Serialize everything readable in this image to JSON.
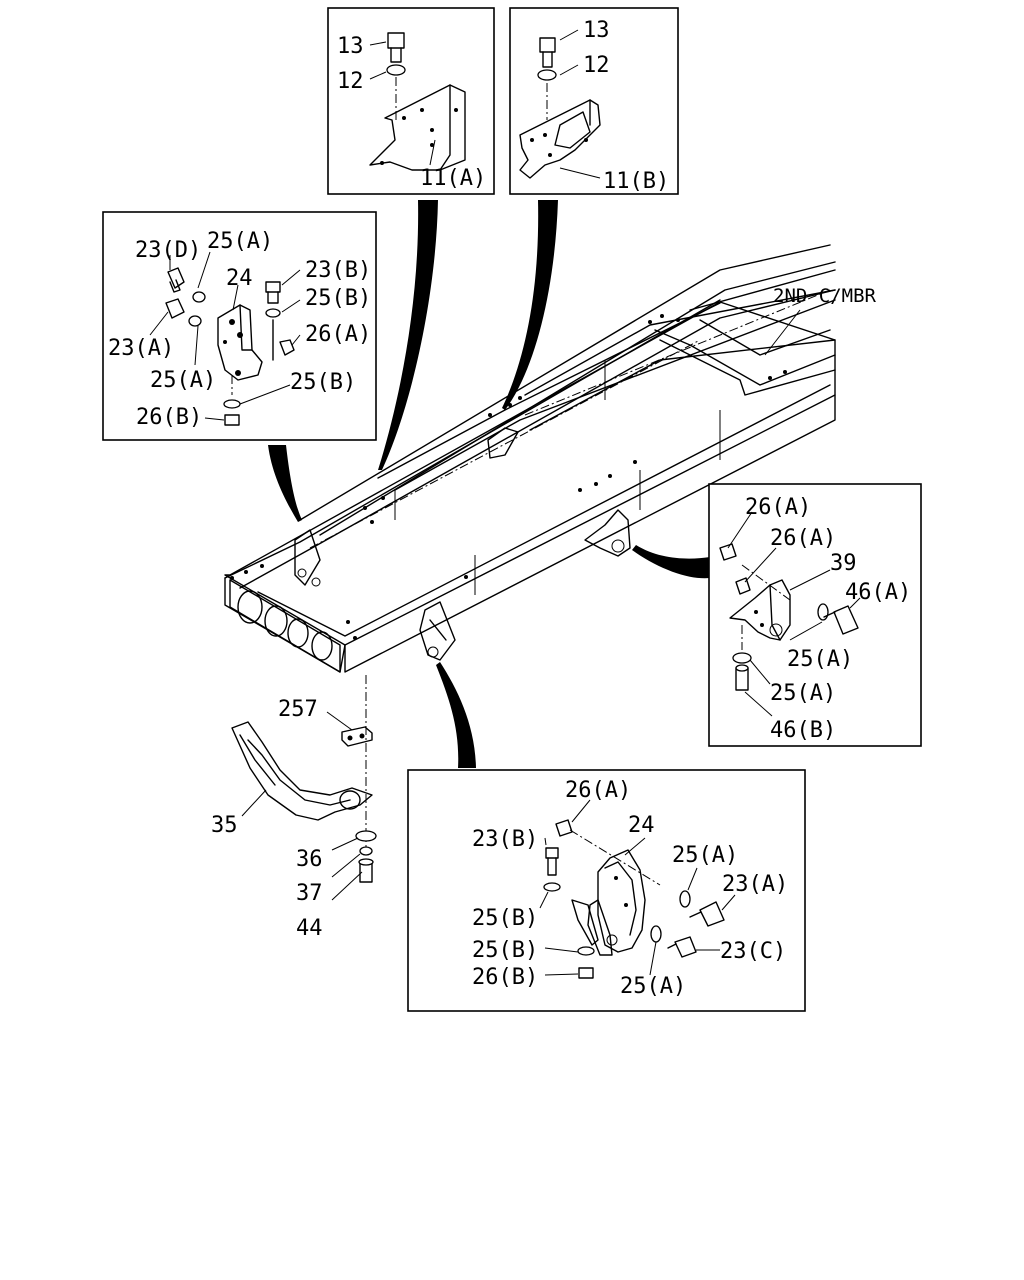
{
  "diagram": {
    "main_label": "2ND C/MBR",
    "insets": {
      "top_a": {
        "bolt": "13",
        "washer": "12",
        "bracket": "11(A)"
      },
      "top_b": {
        "bolt": "13",
        "washer": "12",
        "bracket": "11(B)"
      },
      "left": {
        "bolt_d": "23(D)",
        "washer_a1": "25(A)",
        "bracket": "24",
        "bolt_b": "23(B)",
        "washer_b1": "25(B)",
        "bolt_a": "23(A)",
        "nut_a": "26(A)",
        "washer_a2": "25(A)",
        "washer_b2": "25(B)",
        "nut_b": "26(B)"
      },
      "right": {
        "nut_a1": "26(A)",
        "nut_a2": "26(A)",
        "bracket": "39",
        "bolt_a": "46(A)",
        "washer_a1": "25(A)",
        "washer_a2": "25(A)",
        "bolt_b": "46(B)"
      },
      "bottom": {
        "nut_a": "26(A)",
        "bracket": "24",
        "bolt_b": "23(B)",
        "washer_a1": "25(A)",
        "bolt_a": "23(A)",
        "washer_b1": "25(B)",
        "washer_b2": "25(B)",
        "bolt_c": "23(C)",
        "nut_b": "26(B)",
        "washer_a2": "25(A)"
      }
    },
    "hanger": {
      "spacer": "257",
      "strap": "35",
      "washer": "36",
      "lock_washer": "37",
      "bolt": "44"
    }
  }
}
